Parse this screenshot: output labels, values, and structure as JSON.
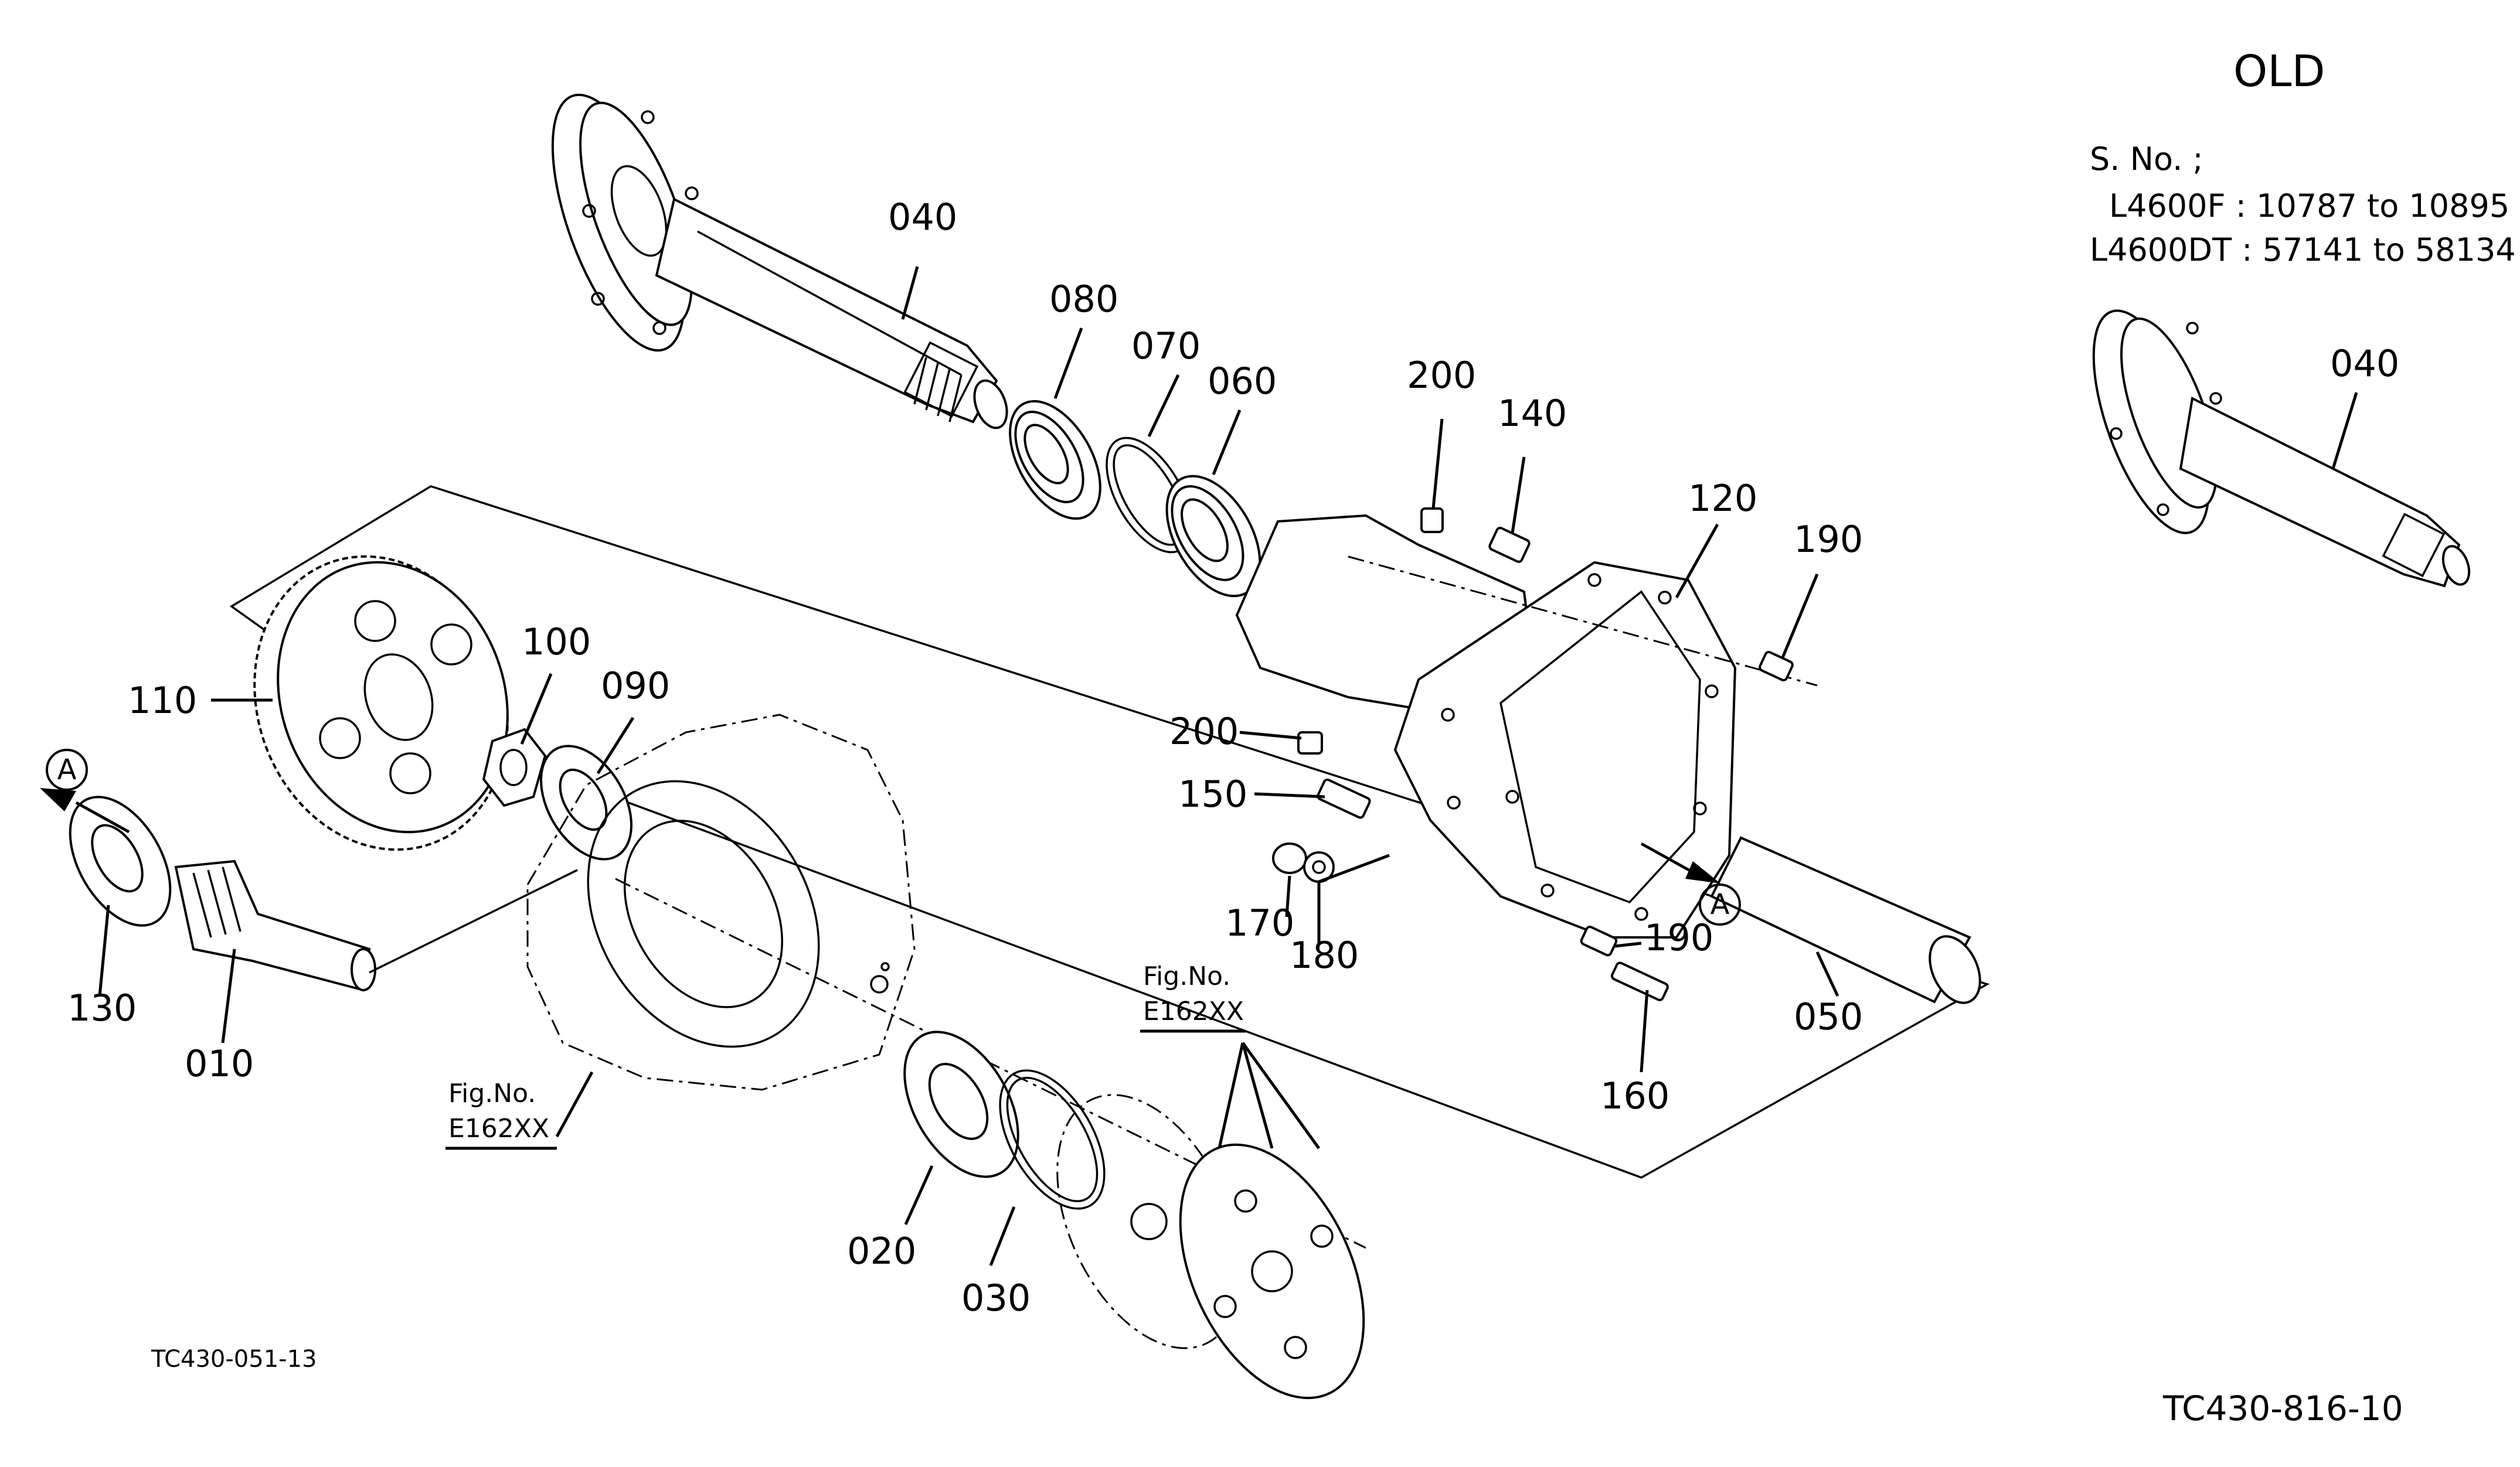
{
  "header": {
    "title": "OLD",
    "serial_label": "S. No. ;",
    "serial_ranges": [
      "L4600F : 10787 to 10895",
      "L4600DT : 57141 to 58134"
    ]
  },
  "callouts": {
    "c040_main": "040",
    "c080": "080",
    "c070": "070",
    "c060": "060",
    "c200_top": "200",
    "c140": "140",
    "c120": "120",
    "c190_top": "190",
    "c100": "100",
    "c090": "090",
    "c110": "110",
    "c200_mid": "200",
    "c150": "150",
    "c170": "170",
    "c180": "180",
    "c190_bot": "190",
    "c050": "050",
    "c160": "160",
    "c130": "130",
    "c010": "010",
    "c020": "020",
    "c030": "030",
    "c040_inset": "040"
  },
  "figrefs": [
    {
      "label": "Fig.No.",
      "code": "E162XX"
    },
    {
      "label": "Fig.No.",
      "code": "E162XX"
    }
  ],
  "arrow_marks": [
    "A",
    "A"
  ],
  "footer": {
    "left_code": "TC430-051-13",
    "right_code": "TC430-816-10"
  }
}
